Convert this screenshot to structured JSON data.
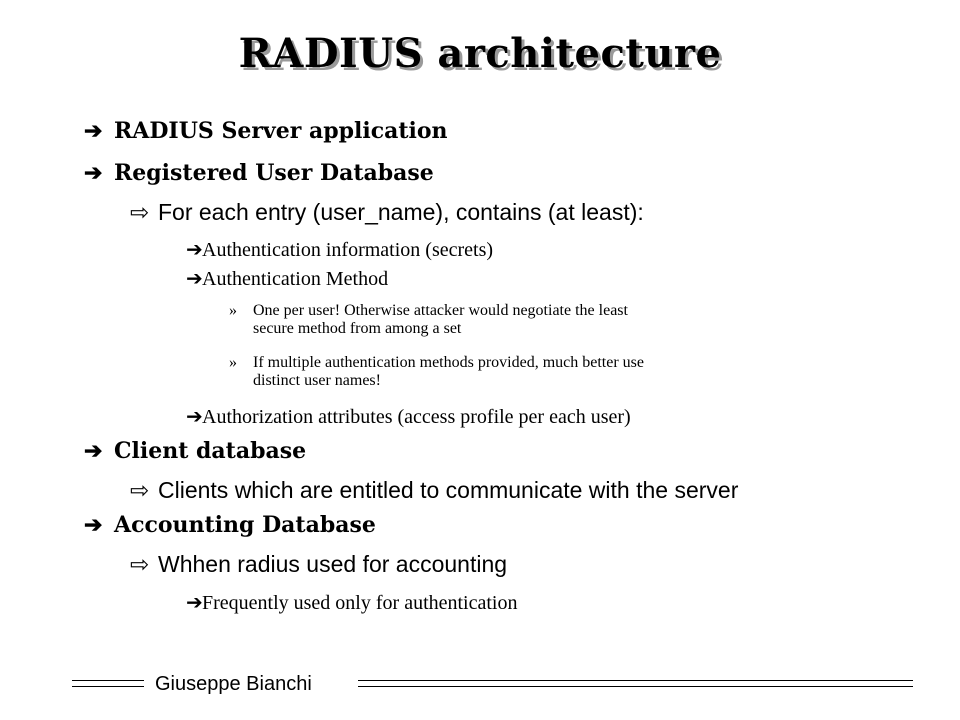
{
  "slide": {
    "title": "RADIUS architecture",
    "bullets": {
      "level1": "➔",
      "level2": "⇨",
      "level3": "➔",
      "level4": "»"
    },
    "items": [
      {
        "level": 1,
        "text": "RADIUS Server application"
      },
      {
        "level": 1,
        "text": "Registered User Database"
      },
      {
        "level": 2,
        "text": "For each entry (user_name), contains (at least):"
      },
      {
        "level": 3,
        "text": "Authentication information (secrets)"
      },
      {
        "level": 3,
        "text": "Authentication Method"
      },
      {
        "level": 4,
        "lines": [
          "One per user! Otherwise attacker would negotiate the least",
          "secure method from among a set"
        ]
      },
      {
        "level": 4,
        "lines": [
          "If multiple authentication methods provided, much better use",
          "distinct user names!"
        ]
      },
      {
        "level": 3,
        "text": "Authorization attributes (access profile per each user)"
      },
      {
        "level": 1,
        "text": "Client database"
      },
      {
        "level": 2,
        "text": "Clients which are entitled to communicate with the server"
      },
      {
        "level": 1,
        "text": "Accounting Database"
      },
      {
        "level": 2,
        "text": "Whhen radius used for accounting"
      },
      {
        "level": 3,
        "text": "Frequently used only for authentication"
      }
    ]
  },
  "footer": {
    "author": "Giuseppe Bianchi"
  }
}
